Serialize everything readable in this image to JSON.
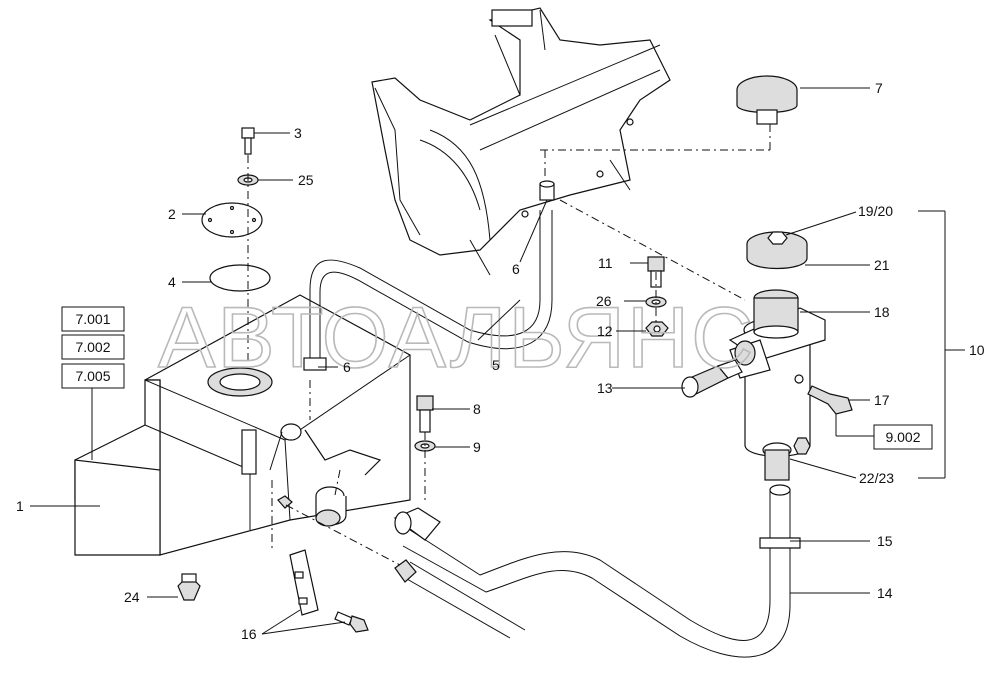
{
  "watermark": "АВТОАЛЬЯНС",
  "labels": {
    "p1": "1",
    "p2": "2",
    "p3": "3",
    "p4": "4",
    "p5": "5",
    "p6a": "6",
    "p6b": "6",
    "p7": "7",
    "p8": "8",
    "p9": "9",
    "p10": "10",
    "p11": "11",
    "p12": "12",
    "p13": "13",
    "p14": "14",
    "p15": "15",
    "p16": "16",
    "p17": "17",
    "p18": "18",
    "p19_20": "19/20",
    "p21": "21",
    "p22_23": "22/23",
    "p24": "24",
    "p25": "25",
    "p26": "26"
  },
  "ref_boxes": {
    "r7001": "7.001",
    "r7002": "7.002",
    "r7005": "7.005",
    "r9002": "9.002"
  }
}
